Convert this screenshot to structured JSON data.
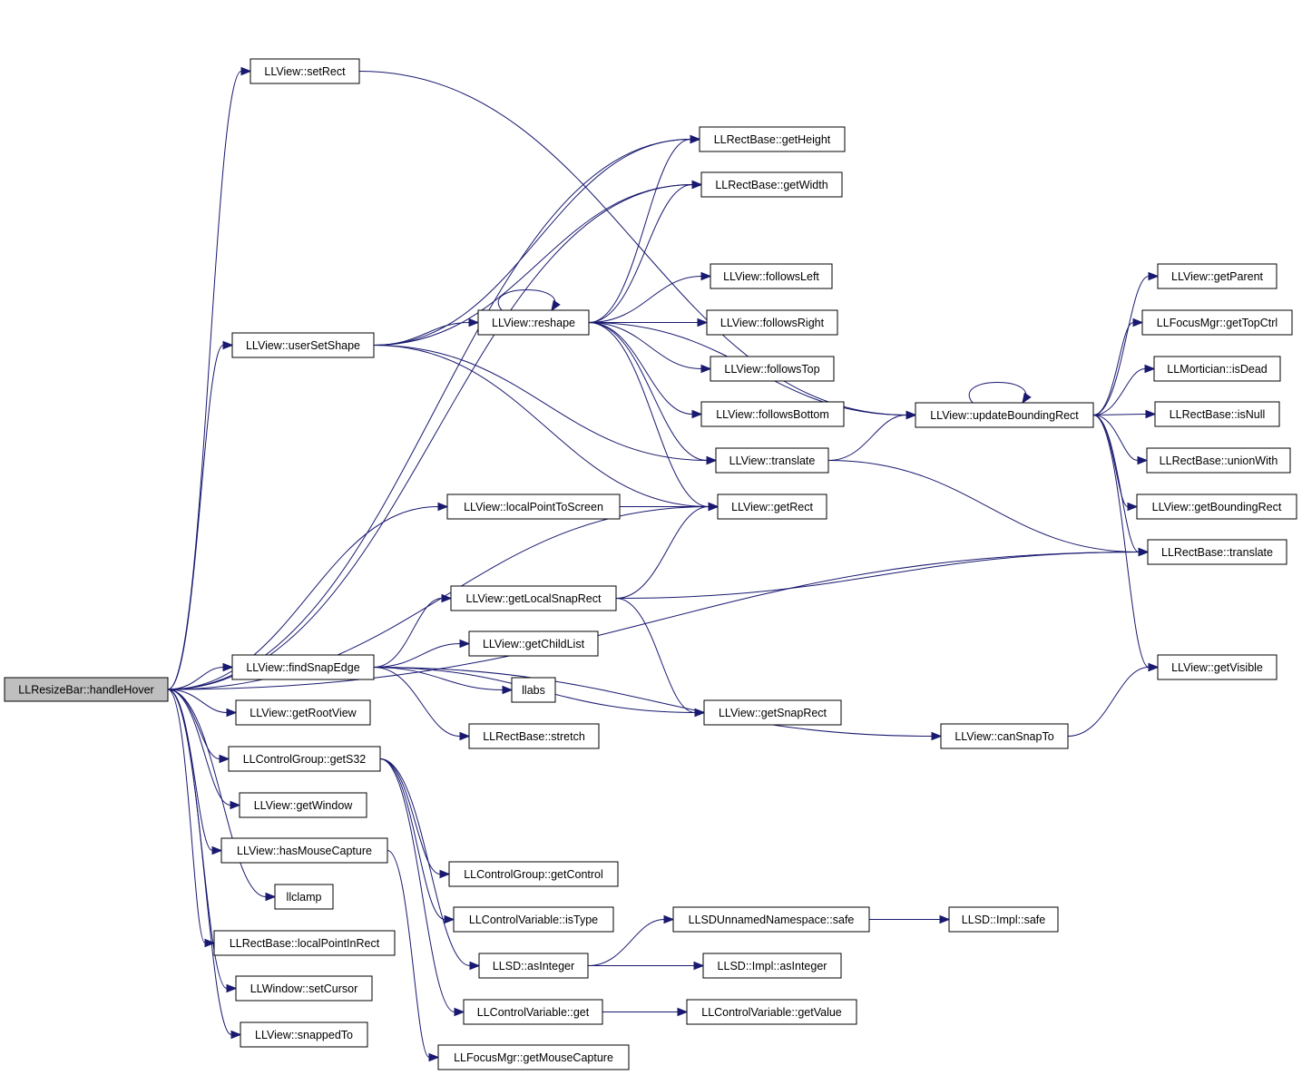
{
  "nodes": [
    {
      "id": "n0",
      "label": "LLResizeBar::handleHover",
      "root": true
    },
    {
      "id": "n1",
      "label": "LLView::setRect"
    },
    {
      "id": "n2",
      "label": "LLView::updateBoundingRect"
    },
    {
      "id": "n3",
      "label": "LLRectBase::getHeight"
    },
    {
      "id": "n4",
      "label": "LLRectBase::getWidth"
    },
    {
      "id": "n5",
      "label": "LLView::userSetShape"
    },
    {
      "id": "n6",
      "label": "LLView::reshape"
    },
    {
      "id": "n7",
      "label": "LLView::followsLeft"
    },
    {
      "id": "n8",
      "label": "LLView::followsRight"
    },
    {
      "id": "n9",
      "label": "LLView::followsTop"
    },
    {
      "id": "n10",
      "label": "LLView::followsBottom"
    },
    {
      "id": "n11",
      "label": "LLView::translate"
    },
    {
      "id": "n12",
      "label": "LLView::getRect"
    },
    {
      "id": "n13",
      "label": "LLView::localPointToScreen"
    },
    {
      "id": "n14",
      "label": "LLView::getParent"
    },
    {
      "id": "n15",
      "label": "LLFocusMgr::getTopCtrl"
    },
    {
      "id": "n16",
      "label": "LLMortician::isDead"
    },
    {
      "id": "n17",
      "label": "LLRectBase::isNull"
    },
    {
      "id": "n18",
      "label": "LLRectBase::unionWith"
    },
    {
      "id": "n19",
      "label": "LLView::getBoundingRect"
    },
    {
      "id": "n20",
      "label": "LLRectBase::translate"
    },
    {
      "id": "n21",
      "label": "LLView::getVisible"
    },
    {
      "id": "n22",
      "label": "LLView::getLocalSnapRect"
    },
    {
      "id": "n23",
      "label": "LLView::findSnapEdge"
    },
    {
      "id": "n24",
      "label": "LLView::getChildList"
    },
    {
      "id": "n25",
      "label": "llabs"
    },
    {
      "id": "n26",
      "label": "LLRectBase::stretch"
    },
    {
      "id": "n27",
      "label": "LLView::getSnapRect"
    },
    {
      "id": "n28",
      "label": "LLView::canSnapTo"
    },
    {
      "id": "n29",
      "label": "LLView::getRootView"
    },
    {
      "id": "n30",
      "label": "LLControlGroup::getS32"
    },
    {
      "id": "n31",
      "label": "LLView::getWindow"
    },
    {
      "id": "n32",
      "label": "LLView::hasMouseCapture"
    },
    {
      "id": "n33",
      "label": "llclamp"
    },
    {
      "id": "n34",
      "label": "LLRectBase::localPointInRect"
    },
    {
      "id": "n35",
      "label": "LLWindow::setCursor"
    },
    {
      "id": "n36",
      "label": "LLView::snappedTo"
    },
    {
      "id": "n37",
      "label": "LLControlGroup::getControl"
    },
    {
      "id": "n38",
      "label": "LLControlVariable::isType"
    },
    {
      "id": "n39",
      "label": "LLSD::asInteger"
    },
    {
      "id": "n40",
      "label": "LLSDUnnamedNamespace::safe"
    },
    {
      "id": "n41",
      "label": "LLSD::Impl::safe"
    },
    {
      "id": "n42",
      "label": "LLSD::Impl::asInteger"
    },
    {
      "id": "n43",
      "label": "LLControlVariable::get"
    },
    {
      "id": "n44",
      "label": "LLControlVariable::getValue"
    },
    {
      "id": "n45",
      "label": "LLFocusMgr::getMouseCapture"
    }
  ],
  "edges": [
    [
      "n0",
      "n1"
    ],
    [
      "n0",
      "n3"
    ],
    [
      "n0",
      "n4"
    ],
    [
      "n0",
      "n5"
    ],
    [
      "n0",
      "n12"
    ],
    [
      "n0",
      "n13"
    ],
    [
      "n0",
      "n20"
    ],
    [
      "n0",
      "n23"
    ],
    [
      "n0",
      "n29"
    ],
    [
      "n0",
      "n30"
    ],
    [
      "n0",
      "n31"
    ],
    [
      "n0",
      "n32"
    ],
    [
      "n0",
      "n33"
    ],
    [
      "n0",
      "n34"
    ],
    [
      "n0",
      "n35"
    ],
    [
      "n0",
      "n36"
    ],
    [
      "n1",
      "n2"
    ],
    [
      "n2",
      "n2"
    ],
    [
      "n2",
      "n14"
    ],
    [
      "n2",
      "n15"
    ],
    [
      "n2",
      "n16"
    ],
    [
      "n2",
      "n17"
    ],
    [
      "n2",
      "n18"
    ],
    [
      "n2",
      "n19"
    ],
    [
      "n2",
      "n20"
    ],
    [
      "n2",
      "n21"
    ],
    [
      "n5",
      "n3"
    ],
    [
      "n5",
      "n4"
    ],
    [
      "n5",
      "n6"
    ],
    [
      "n5",
      "n11"
    ],
    [
      "n5",
      "n12"
    ],
    [
      "n6",
      "n6"
    ],
    [
      "n6",
      "n3"
    ],
    [
      "n6",
      "n4"
    ],
    [
      "n6",
      "n2"
    ],
    [
      "n6",
      "n7"
    ],
    [
      "n6",
      "n8"
    ],
    [
      "n6",
      "n9"
    ],
    [
      "n6",
      "n10"
    ],
    [
      "n6",
      "n11"
    ],
    [
      "n6",
      "n12"
    ],
    [
      "n11",
      "n2"
    ],
    [
      "n11",
      "n20"
    ],
    [
      "n13",
      "n12"
    ],
    [
      "n22",
      "n12"
    ],
    [
      "n22",
      "n20"
    ],
    [
      "n22",
      "n27"
    ],
    [
      "n23",
      "n22"
    ],
    [
      "n23",
      "n24"
    ],
    [
      "n23",
      "n25"
    ],
    [
      "n23",
      "n26"
    ],
    [
      "n23",
      "n27"
    ],
    [
      "n23",
      "n28"
    ],
    [
      "n28",
      "n21"
    ],
    [
      "n30",
      "n37"
    ],
    [
      "n30",
      "n38"
    ],
    [
      "n30",
      "n39"
    ],
    [
      "n30",
      "n43"
    ],
    [
      "n32",
      "n45"
    ],
    [
      "n39",
      "n40"
    ],
    [
      "n39",
      "n42"
    ],
    [
      "n40",
      "n41"
    ],
    [
      "n43",
      "n44"
    ]
  ]
}
